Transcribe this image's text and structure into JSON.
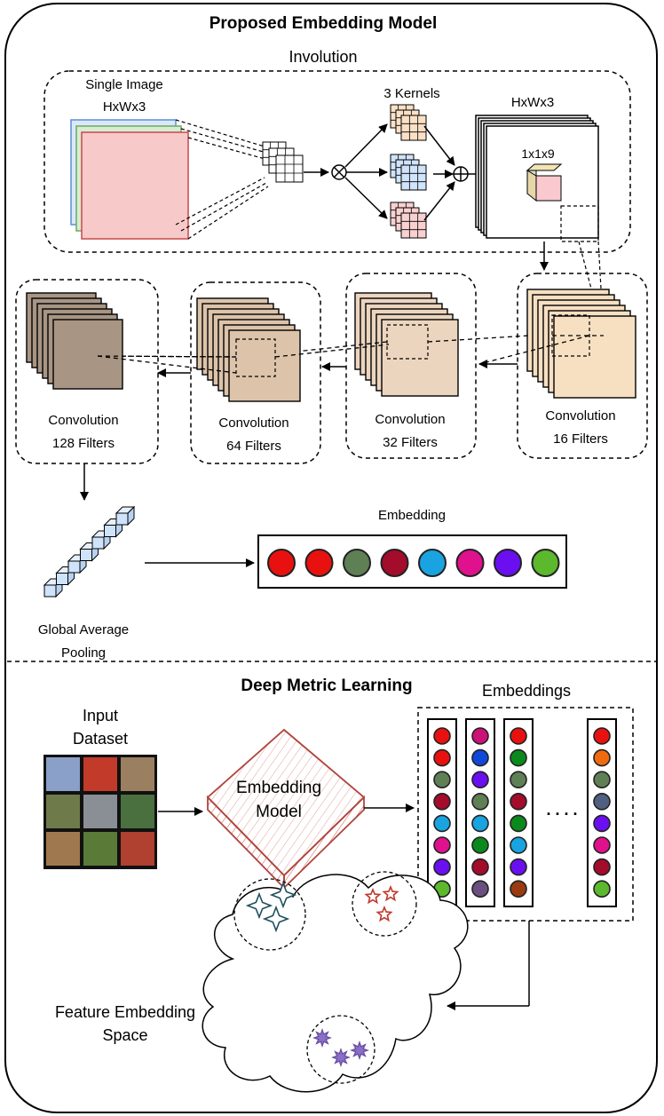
{
  "title": "Proposed Embedding Model",
  "involution": {
    "label": "Involution",
    "input_label_line1": "Single Image",
    "input_label_line2": "HxWx3",
    "kernels_label": "3 Kernels",
    "output_label": "HxWx3",
    "kernel_size_label": "1x1x9"
  },
  "conv_blocks": [
    {
      "line1": "Convolution",
      "line2": "16 Filters",
      "fill": "#f7dfc2",
      "edge": "#e6c8a6"
    },
    {
      "line1": "Convolution",
      "line2": "32 Filters",
      "fill": "#ecd5bf",
      "edge": "#d7bda2"
    },
    {
      "line1": "Convolution",
      "line2": "64 Filters",
      "fill": "#dcc3aa",
      "edge": "#c5a98d"
    },
    {
      "line1": "Convolution",
      "line2": "128 Filters",
      "fill": "#a89584",
      "edge": "#8d7a69"
    }
  ],
  "pooling": {
    "line1": "Global Average",
    "line2": "Pooling"
  },
  "embedding": {
    "label": "Embedding",
    "colors": [
      "#e8110f",
      "#e8110f",
      "#5f7f55",
      "#a30c2a",
      "#19a3e0",
      "#e0118c",
      "#6a0ff0",
      "#5cb82c"
    ]
  },
  "dml": {
    "title": "Deep Metric Learning",
    "input_line1": "Input",
    "input_line2": "Dataset",
    "model_line1": "Embedding",
    "model_line2": "Model",
    "embeddings_label": "Embeddings",
    "ellipsis": ". . . .",
    "columns": [
      [
        "#e8110f",
        "#e8110f",
        "#5f7f55",
        "#a30c2a",
        "#19a3e0",
        "#e0118c",
        "#6a0ff0",
        "#5cb82c"
      ],
      [
        "#cc1177",
        "#1048d8",
        "#6a0ff0",
        "#5f7f55",
        "#19a3e0",
        "#0a8a1c",
        "#a30c2a",
        "#6a5080"
      ],
      [
        "#e8110f",
        "#0a8a1c",
        "#5f7f55",
        "#a30c2a",
        "#0a8a1c",
        "#19a3e0",
        "#6a0ff0",
        "#9a3a10"
      ],
      [
        "#e8110f",
        "#f06a10",
        "#5f7f55",
        "#506080",
        "#6a0ff0",
        "#e0118c",
        "#a30c2a",
        "#5cb82c"
      ]
    ],
    "space_line1": "Feature Embedding",
    "space_line2": "Space"
  },
  "colors": {
    "channel_blue": "#dbe8fb",
    "channel_green": "#d8ecd4",
    "channel_red": "#f7c9c9",
    "kernel_orange": "#fbe0c6",
    "kernel_blue": "#cfe3fa",
    "kernel_pink": "#f9d0d0",
    "model_stroke": "#b0453d",
    "cluster_teal": "#1f4f5f",
    "cluster_red": "#c0392b",
    "cluster_purple": "#6a4fa0"
  }
}
